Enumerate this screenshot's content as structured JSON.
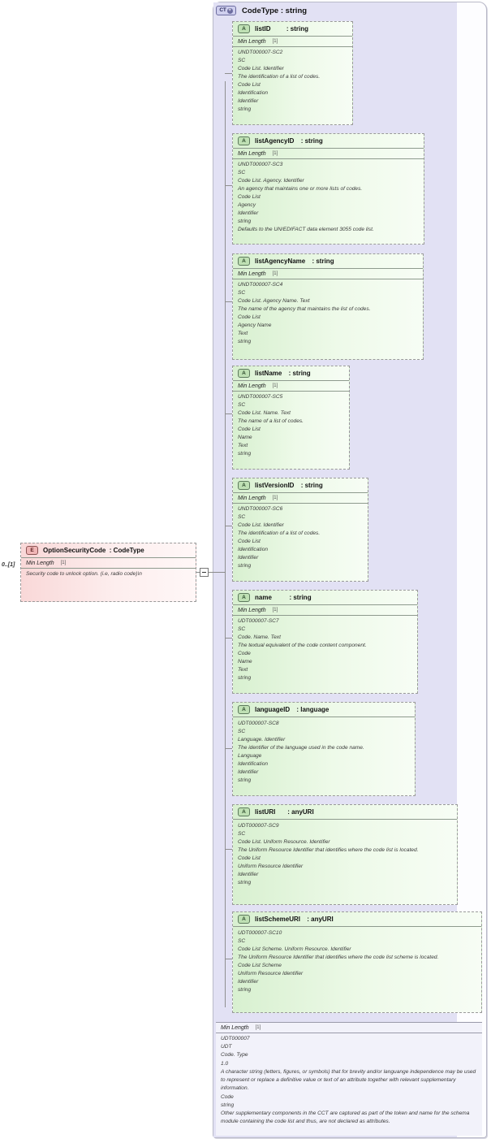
{
  "diagram": {
    "type": "xsd-schema-diagram",
    "colors": {
      "container_bg": "#e2e1f4",
      "attribute_bg": "#d8f0d0",
      "element_bg": "#f9d8d8",
      "footer_bg": "#f2f2fa",
      "border": "#9a9a9a"
    }
  },
  "complex_type": {
    "icon": "ct-plus-icon",
    "icon_label": "CT",
    "icon_plus": "+",
    "title": "CodeType : string",
    "footer": {
      "facet_label": "Min Length",
      "facet_cardinality": "[1]",
      "doc_lines": [
        "UDT000007",
        "UDT",
        "Code. Type",
        "1.0",
        "A character string (letters, figures, or symbols) that for brevity and/or languange independence may be used to represent or replace a definitive value or text of an attribute together with relevant supplementary information.",
        "Code",
        "string",
        "Other supplementary components in the CCT are captured as part of the token and name for the schema module containing the code list and thus, are not declared as attributes."
      ]
    }
  },
  "element": {
    "icon": "e-icon",
    "icon_label": "E",
    "name": "OptionSecurityCode  : CodeType",
    "cardinality": "0..[1]",
    "facet_label": "Min Length",
    "facet_cardinality": "[1]",
    "doc_lines": [
      "Security code to unlock option. (i.e, radio code)\\n"
    ],
    "collapse_toggle": "minus-toggle"
  },
  "attributes": [
    {
      "icon_label": "A",
      "name": "listID",
      "type": ": string",
      "name_pad": "listID      ",
      "facet_label": "Min Length",
      "facet_cardinality": "[1]",
      "doc_lines": [
        "UNDT000007-SC2",
        "SC",
        "Code List. Identifier",
        "The identification of a list of codes.",
        "Code List",
        "Identification",
        "Identifier",
        "string"
      ]
    },
    {
      "icon_label": "A",
      "name": "listAgencyID",
      "type": ": string",
      "name_pad": "listAgencyID ",
      "facet_label": "Min Length",
      "facet_cardinality": "[1]",
      "doc_lines": [
        "UNDT000007-SC3",
        "SC",
        "Code List. Agency. Identifier",
        "An agency that maintains one or more lists of codes.",
        "Code List",
        "Agency",
        "Identifier",
        "string",
        "Defaults to the UN/EDIFACT data element 3055 code list."
      ]
    },
    {
      "icon_label": "A",
      "name": "listAgencyName",
      "type": ": string",
      "name_pad": "listAgencyName ",
      "facet_label": "Min Length",
      "facet_cardinality": "[1]",
      "doc_lines": [
        "UNDT000007-SC4",
        "SC",
        "Code List. Agency Name. Text",
        "The name of the agency that maintains the list of codes.",
        "Code List",
        "Agency Name",
        "Text",
        "string"
      ]
    },
    {
      "icon_label": "A",
      "name": "listName",
      "type": ": string",
      "name_pad": "listName ",
      "facet_label": "Min Length",
      "facet_cardinality": "[1]",
      "doc_lines": [
        "UNDT000007-SC5",
        "SC",
        "Code List. Name. Text",
        "The name of a list of codes.",
        "Code List",
        "Name",
        "Text",
        "string"
      ]
    },
    {
      "icon_label": "A",
      "name": "listVersionID",
      "type": ": string",
      "name_pad": "listVersionID ",
      "facet_label": "Min Length",
      "facet_cardinality": "[1]",
      "doc_lines": [
        "UNDT000007-SC6",
        "SC",
        "Code List. Identifier",
        "The identification of a list of codes.",
        "Code List",
        "Identification",
        "Identifier",
        "string"
      ]
    },
    {
      "icon_label": "A",
      "name": "name",
      "type": ": string",
      "name_pad": "name       ",
      "facet_label": "Min Length",
      "facet_cardinality": "[1]",
      "doc_lines": [
        "UDT000007-SC7",
        "SC",
        "Code. Name. Text",
        "The textual equivalent of the code content component.",
        "Code",
        "Name",
        "Text",
        "string"
      ]
    },
    {
      "icon_label": "A",
      "name": "languageID",
      "type": ": language",
      "name_pad": "languageID ",
      "facet_label": null,
      "facet_cardinality": null,
      "doc_lines": [
        "UDT000007-SC8",
        "SC",
        "Language. Identifier",
        "The identifier of the language used in the code name.",
        "Language",
        "Identification",
        "Identifier",
        "string"
      ]
    },
    {
      "icon_label": "A",
      "name": "listURI",
      "type": ": anyURI",
      "name_pad": "listURI    ",
      "facet_label": null,
      "facet_cardinality": null,
      "doc_lines": [
        "UDT000007-SC9",
        "SC",
        "Code List. Uniform Resource. Identifier",
        "The Uniform Resource Identifier that identifies where the code list is located.",
        "Code List",
        "Uniform Resource Identifier",
        "Identifier",
        "string"
      ]
    },
    {
      "icon_label": "A",
      "name": "listSchemeURI",
      "type": ": anyURI",
      "name_pad": "listSchemeURI ",
      "facet_label": null,
      "facet_cardinality": null,
      "doc_lines": [
        "UDT000007-SC10",
        "SC",
        "Code List Scheme. Uniform Resource. Identifier",
        "The Uniform Resource Identifier that identifies where the code list scheme is located.",
        "Code List Scheme",
        "Uniform Resource Identifier",
        "Identifier",
        "string"
      ]
    }
  ]
}
